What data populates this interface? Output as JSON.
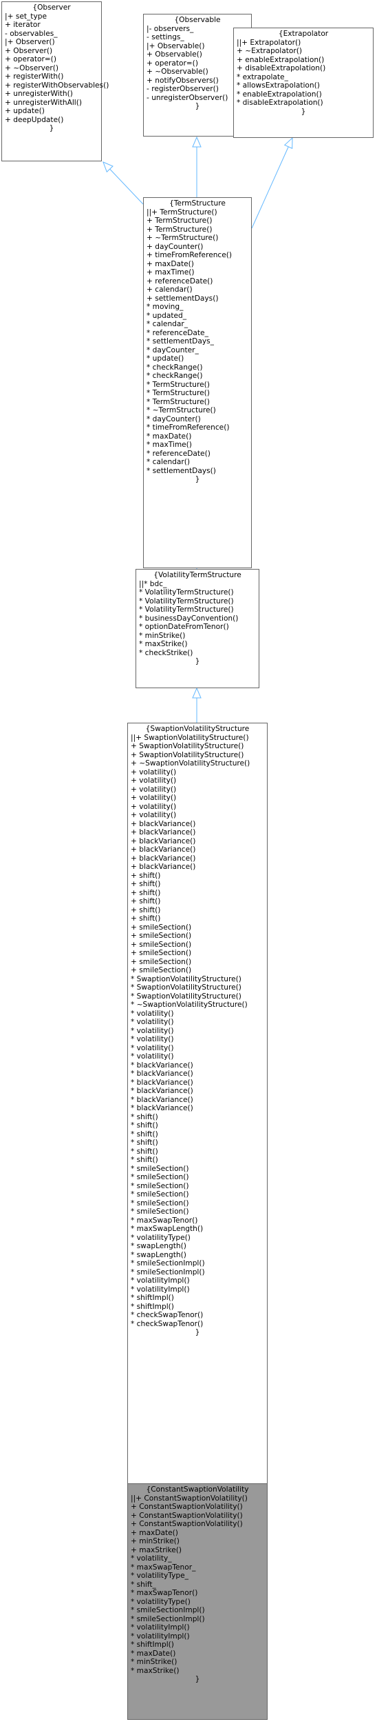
{
  "diagram": {
    "edge_color": "#63b8ff",
    "highlight_fill": "#999999",
    "nodes": [
      {
        "id": "observer",
        "title": "{Observer",
        "lines": [
          "|+ set_type",
          "+ iterator",
          "- observables_",
          "|+ Observer()",
          "+ Observer()",
          "+ operator=()",
          "+ ~Observer()",
          "+ registerWith()",
          "+ registerWithObservables()",
          "+ unregisterWith()",
          "+ unregisterWithAll()",
          "+ update()",
          "+ deepUpdate()"
        ],
        "close": "}"
      },
      {
        "id": "observable",
        "title": "{Observable",
        "lines": [
          "|- observers_",
          "- settings_",
          "|+ Observable()",
          "+ Observable()",
          "+ operator=()",
          "+ ~Observable()",
          "+ notifyObservers()",
          "- registerObserver()",
          "- unregisterObserver()"
        ],
        "close": "}"
      },
      {
        "id": "extrapolator",
        "title": "{Extrapolator",
        "lines": [
          "||+ Extrapolator()",
          "+ ~Extrapolator()",
          "+ enableExtrapolation()",
          "+ disableExtrapolation()",
          "* extrapolate_",
          "* allowsExtrapolation()",
          "* enableExtrapolation()",
          "* disableExtrapolation()"
        ],
        "close": "}"
      },
      {
        "id": "termstructure",
        "title": "{TermStructure",
        "lines": [
          "||+ TermStructure()",
          "+ TermStructure()",
          "+ TermStructure()",
          "+ ~TermStructure()",
          "+ dayCounter()",
          "+ timeFromReference()",
          "+ maxDate()",
          "+ maxTime()",
          "+ referenceDate()",
          "+ calendar()",
          "+ settlementDays()",
          "* moving_",
          "* updated_",
          "* calendar_",
          "* referenceDate_",
          "* settlementDays_",
          "* dayCounter_",
          "* update()",
          "* checkRange()",
          "* checkRange()",
          "* TermStructure()",
          "* TermStructure()",
          "* TermStructure()",
          "* ~TermStructure()",
          "* dayCounter()",
          "* timeFromReference()",
          "* maxDate()",
          "* maxTime()",
          "* referenceDate()",
          "* calendar()",
          "* settlementDays()"
        ],
        "close": "}"
      },
      {
        "id": "volatilitytermstructure",
        "title": "{VolatilityTermStructure",
        "lines": [
          "||* bdc_",
          "* VolatilityTermStructure()",
          "* VolatilityTermStructure()",
          "* VolatilityTermStructure()",
          "* businessDayConvention()",
          "* optionDateFromTenor()",
          "* minStrike()",
          "* maxStrike()",
          "* checkStrike()"
        ],
        "close": "}"
      },
      {
        "id": "swaptionvolatilitystructure",
        "title": "{SwaptionVolatilityStructure",
        "lines": [
          "||+ SwaptionVolatilityStructure()",
          "+ SwaptionVolatilityStructure()",
          "+ SwaptionVolatilityStructure()",
          "+ ~SwaptionVolatilityStructure()",
          "+ volatility()",
          "+ volatility()",
          "+ volatility()",
          "+ volatility()",
          "+ volatility()",
          "+ volatility()",
          "+ blackVariance()",
          "+ blackVariance()",
          "+ blackVariance()",
          "+ blackVariance()",
          "+ blackVariance()",
          "+ blackVariance()",
          "+ shift()",
          "+ shift()",
          "+ shift()",
          "+ shift()",
          "+ shift()",
          "+ shift()",
          "+ smileSection()",
          "+ smileSection()",
          "+ smileSection()",
          "+ smileSection()",
          "+ smileSection()",
          "+ smileSection()",
          "* SwaptionVolatilityStructure()",
          "* SwaptionVolatilityStructure()",
          "* SwaptionVolatilityStructure()",
          "* ~SwaptionVolatilityStructure()",
          "* volatility()",
          "* volatility()",
          "* volatility()",
          "* volatility()",
          "* volatility()",
          "* volatility()",
          "* blackVariance()",
          "* blackVariance()",
          "* blackVariance()",
          "* blackVariance()",
          "* blackVariance()",
          "* blackVariance()",
          "* shift()",
          "* shift()",
          "* shift()",
          "* shift()",
          "* shift()",
          "* shift()",
          "* smileSection()",
          "* smileSection()",
          "* smileSection()",
          "* smileSection()",
          "* smileSection()",
          "* smileSection()",
          "* maxSwapTenor()",
          "* maxSwapLength()",
          "* volatilityType()",
          "* swapLength()",
          "* swapLength()",
          "* smileSectionImpl()",
          "* smileSectionImpl()",
          "* volatilityImpl()",
          "* volatilityImpl()",
          "* shiftImpl()",
          "* shiftImpl()",
          "* checkSwapTenor()",
          "* checkSwapTenor()"
        ],
        "close": "}"
      },
      {
        "id": "constantswaptionvolatility",
        "title": "{ConstantSwaptionVolatility",
        "highlight": true,
        "lines": [
          "||+ ConstantSwaptionVolatility()",
          "+ ConstantSwaptionVolatility()",
          "+ ConstantSwaptionVolatility()",
          "+ ConstantSwaptionVolatility()",
          "+ maxDate()",
          "+ minStrike()",
          "+ maxStrike()",
          "* volatility_",
          "* maxSwapTenor_",
          "* volatilityType_",
          "* shift_",
          "* maxSwapTenor()",
          "* volatilityType()",
          "* smileSectionImpl()",
          "* smileSectionImpl()",
          "* volatilityImpl()",
          "* volatilityImpl()",
          "* shiftImpl()",
          "* maxDate()",
          "* minStrike()",
          "* maxStrike()"
        ],
        "close": "}"
      }
    ],
    "edges": [
      {
        "from": "termstructure",
        "to": "observer"
      },
      {
        "from": "termstructure",
        "to": "observable"
      },
      {
        "from": "termstructure",
        "to": "extrapolator"
      },
      {
        "from": "volatilitytermstructure",
        "to": "termstructure"
      },
      {
        "from": "swaptionvolatilitystructure",
        "to": "volatilitytermstructure"
      },
      {
        "from": "constantswaptionvolatility",
        "to": "swaptionvolatilitystructure"
      }
    ]
  }
}
